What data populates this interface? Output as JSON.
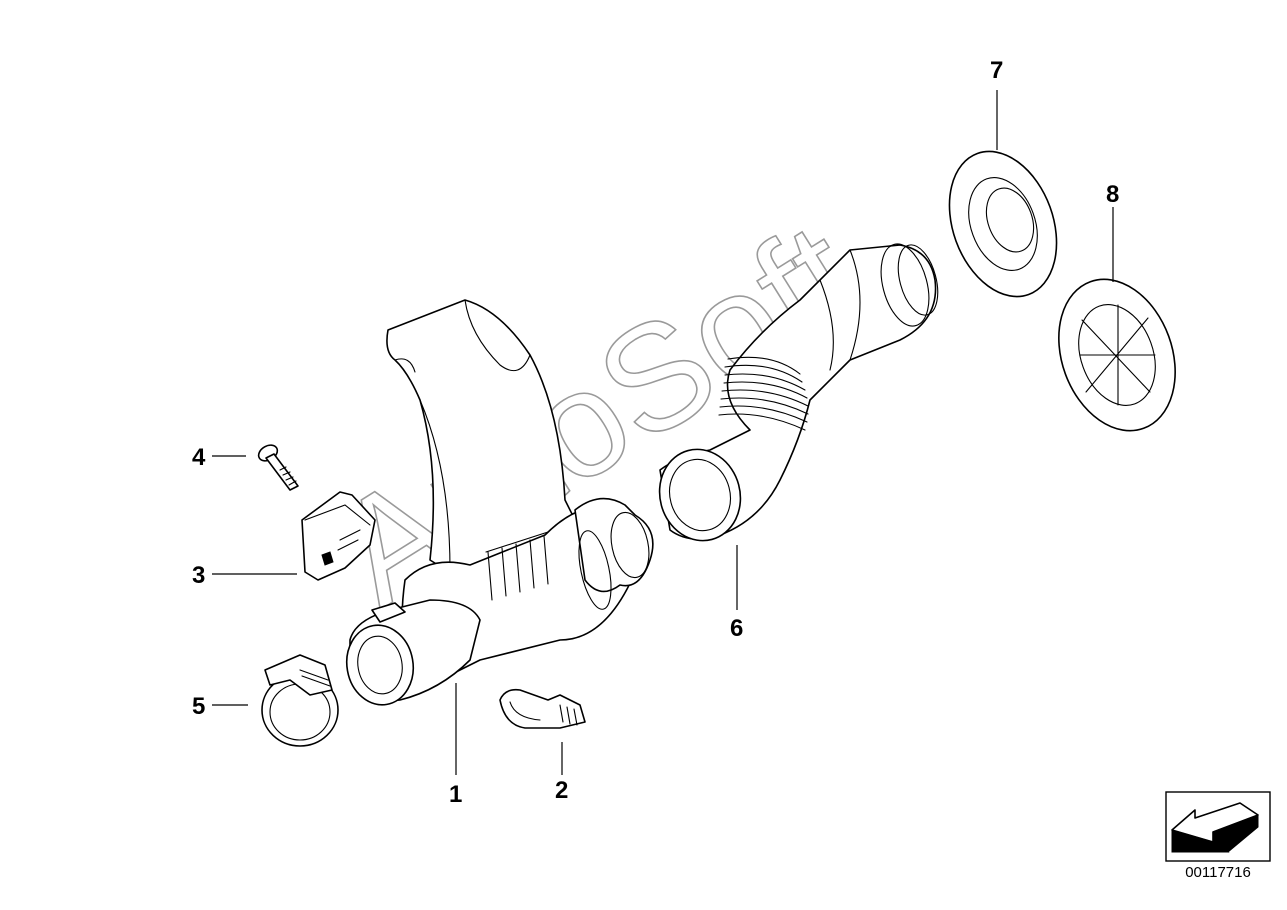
{
  "watermark": "AutoSoft",
  "callouts": [
    {
      "id": "1",
      "label": "1"
    },
    {
      "id": "2",
      "label": "2"
    },
    {
      "id": "3",
      "label": "3"
    },
    {
      "id": "4",
      "label": "4"
    },
    {
      "id": "5",
      "label": "5"
    },
    {
      "id": "6",
      "label": "6"
    },
    {
      "id": "7",
      "label": "7"
    },
    {
      "id": "8",
      "label": "8"
    }
  ],
  "document_number": "00117716",
  "colors": {
    "line": "#000000",
    "watermark_outline": "#9a9a9a",
    "background": "#ffffff"
  }
}
